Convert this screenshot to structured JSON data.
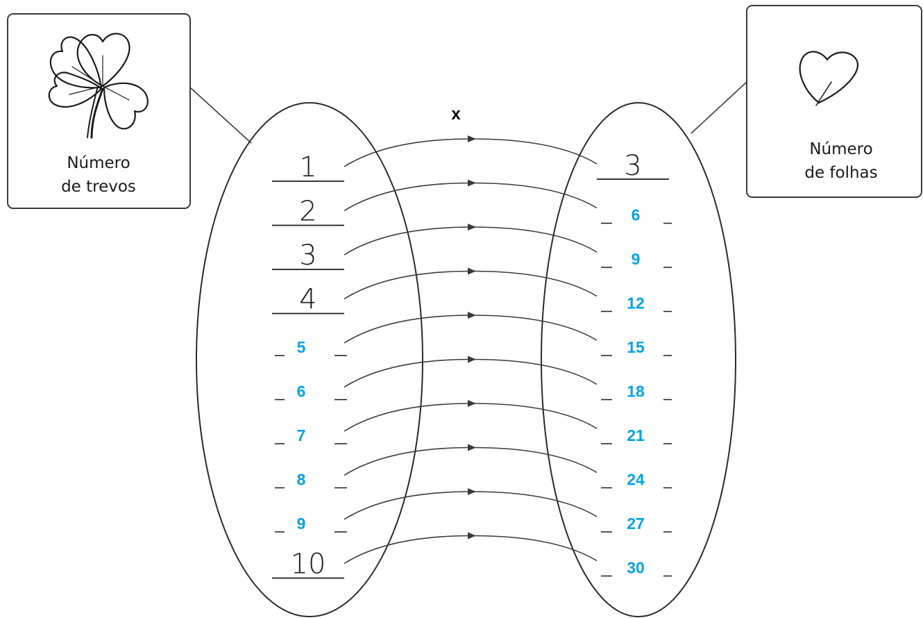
{
  "operator": "x",
  "left_box": {
    "line1": "Número",
    "line2": "de trevos",
    "icon": "clover-icon"
  },
  "right_box": {
    "line1": "Número",
    "line2": "de folhas",
    "icon": "leaf-icon"
  },
  "colors": {
    "ink": "#1a1a1a",
    "answer": "#00a2e8"
  },
  "pairs": [
    {
      "left": "1",
      "left_filled": false,
      "right": "3",
      "right_filled": false
    },
    {
      "left": "2",
      "left_filled": false,
      "right": "6",
      "right_filled": true
    },
    {
      "left": "3",
      "left_filled": false,
      "right": "9",
      "right_filled": true
    },
    {
      "left": "4",
      "left_filled": false,
      "right": "12",
      "right_filled": true
    },
    {
      "left": "5",
      "left_filled": true,
      "right": "15",
      "right_filled": true
    },
    {
      "left": "6",
      "left_filled": true,
      "right": "18",
      "right_filled": true
    },
    {
      "left": "7",
      "left_filled": true,
      "right": "21",
      "right_filled": true
    },
    {
      "left": "8",
      "left_filled": true,
      "right": "24",
      "right_filled": true
    },
    {
      "left": "9",
      "left_filled": true,
      "right": "27",
      "right_filled": true
    },
    {
      "left": "10",
      "left_filled": false,
      "right": "30",
      "right_filled": true
    }
  ]
}
